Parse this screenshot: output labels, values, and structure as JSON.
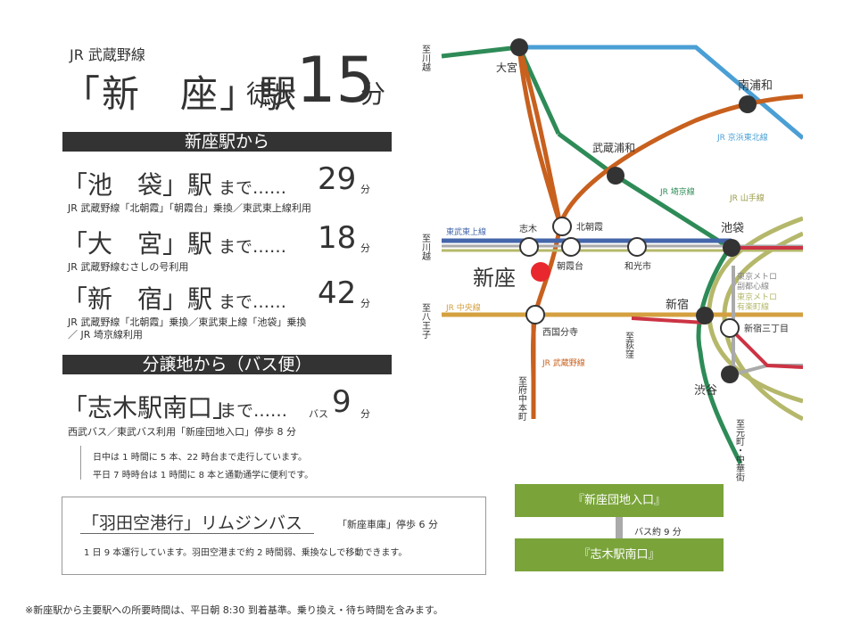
{
  "header": {
    "line": "JR 武蔵野線",
    "station": "「新　座」駅",
    "walk": "徒歩",
    "minutes": "15",
    "unit": "分"
  },
  "section_from_station": {
    "title": "新座駅から",
    "routes": [
      {
        "dest": "「池　袋」駅",
        "made": "まで……",
        "time": "29",
        "unit": "分",
        "note": "JR 武蔵野線「北朝霞」「朝霞台」乗換／東武東上線利用",
        "note2": ""
      },
      {
        "dest": "「大　宮」駅",
        "made": "まで……",
        "time": "18",
        "unit": "分",
        "note": "JR 武蔵野線むさしの号利用",
        "note2": ""
      },
      {
        "dest": "「新　宿」駅",
        "made": "まで……",
        "time": "42",
        "unit": "分",
        "note": "JR 武蔵野線「北朝霞」乗換／東武東上線「池袋」乗換",
        "note2": "／ JR 埼京線利用"
      }
    ]
  },
  "section_from_site": {
    "title": "分譲地から（バス便）",
    "dest": "「志木駅南口」",
    "made": "まで……",
    "bus": "バス",
    "time": "9",
    "unit": "分",
    "note": "西武バス／東武バス利用「新座団地入口」停歩 8 分",
    "details": [
      "日中は 1 時間に 5 本、22 時台まで走行しています。",
      "平日 7 時時台は 1 時間に 8 本と通勤通学に便利です。"
    ]
  },
  "limousine": {
    "title": "「羽田空港行」リムジンバス",
    "stop": "「新座車庫」停歩 6 分",
    "note": "1 日 9 本運行しています。羽田空港まで約 2 時間弱、乗換なしで移動できます。"
  },
  "footnote": "※新座駅から主要駅への所要時間は、平日朝 8:30 到着基準。乗り換え・待ち時間を含みます。",
  "bus_diagram": {
    "from": "『新座団地入口』",
    "via": "バス約 9 分",
    "to": "『志木駅南口』"
  },
  "map": {
    "colors": {
      "musashino": "#c8601e",
      "saikyo": "#2e8b57",
      "keihin": "#4a9fd5",
      "tojo": "#4466aa",
      "yamanote": "#b5b86a",
      "chuo": "#d4a040",
      "seibu": "#cc3344"
    },
    "stations": {
      "omiya": "大宮",
      "minami_urawa": "南浦和",
      "musashi_urawa": "武蔵浦和",
      "kita_asaka": "北朝霞",
      "shiki": "志木",
      "asakadai": "朝霞台",
      "wakoshi": "和光市",
      "ikebukuro": "池袋",
      "niiza": "新座",
      "shinjuku": "新宿",
      "shinjuku_sanchome": "新宿三丁目",
      "shibuya": "渋谷",
      "nishikokubunji": "西国分寺"
    },
    "line_labels": {
      "keihin": "JR 京浜東北線",
      "saikyo": "JR 埼京線",
      "yamanote": "JR 山手線",
      "tojo": "東武東上線",
      "chuo": "JR 中央線",
      "musashino": "JR 武蔵野線",
      "fukutoshin_1": "東京メトロ",
      "fukutoshin_2": "副都心線",
      "yurakucho_1": "東京メトロ",
      "yurakucho_2": "有楽町線"
    },
    "directions": {
      "kawagoe_top": "至川越",
      "kawagoe_mid": "至川越",
      "hachioji": "至八王子",
      "fuchu": "至府中本町",
      "ogikubo": "至荻窪",
      "motomachi": "至元町・中華街"
    }
  }
}
